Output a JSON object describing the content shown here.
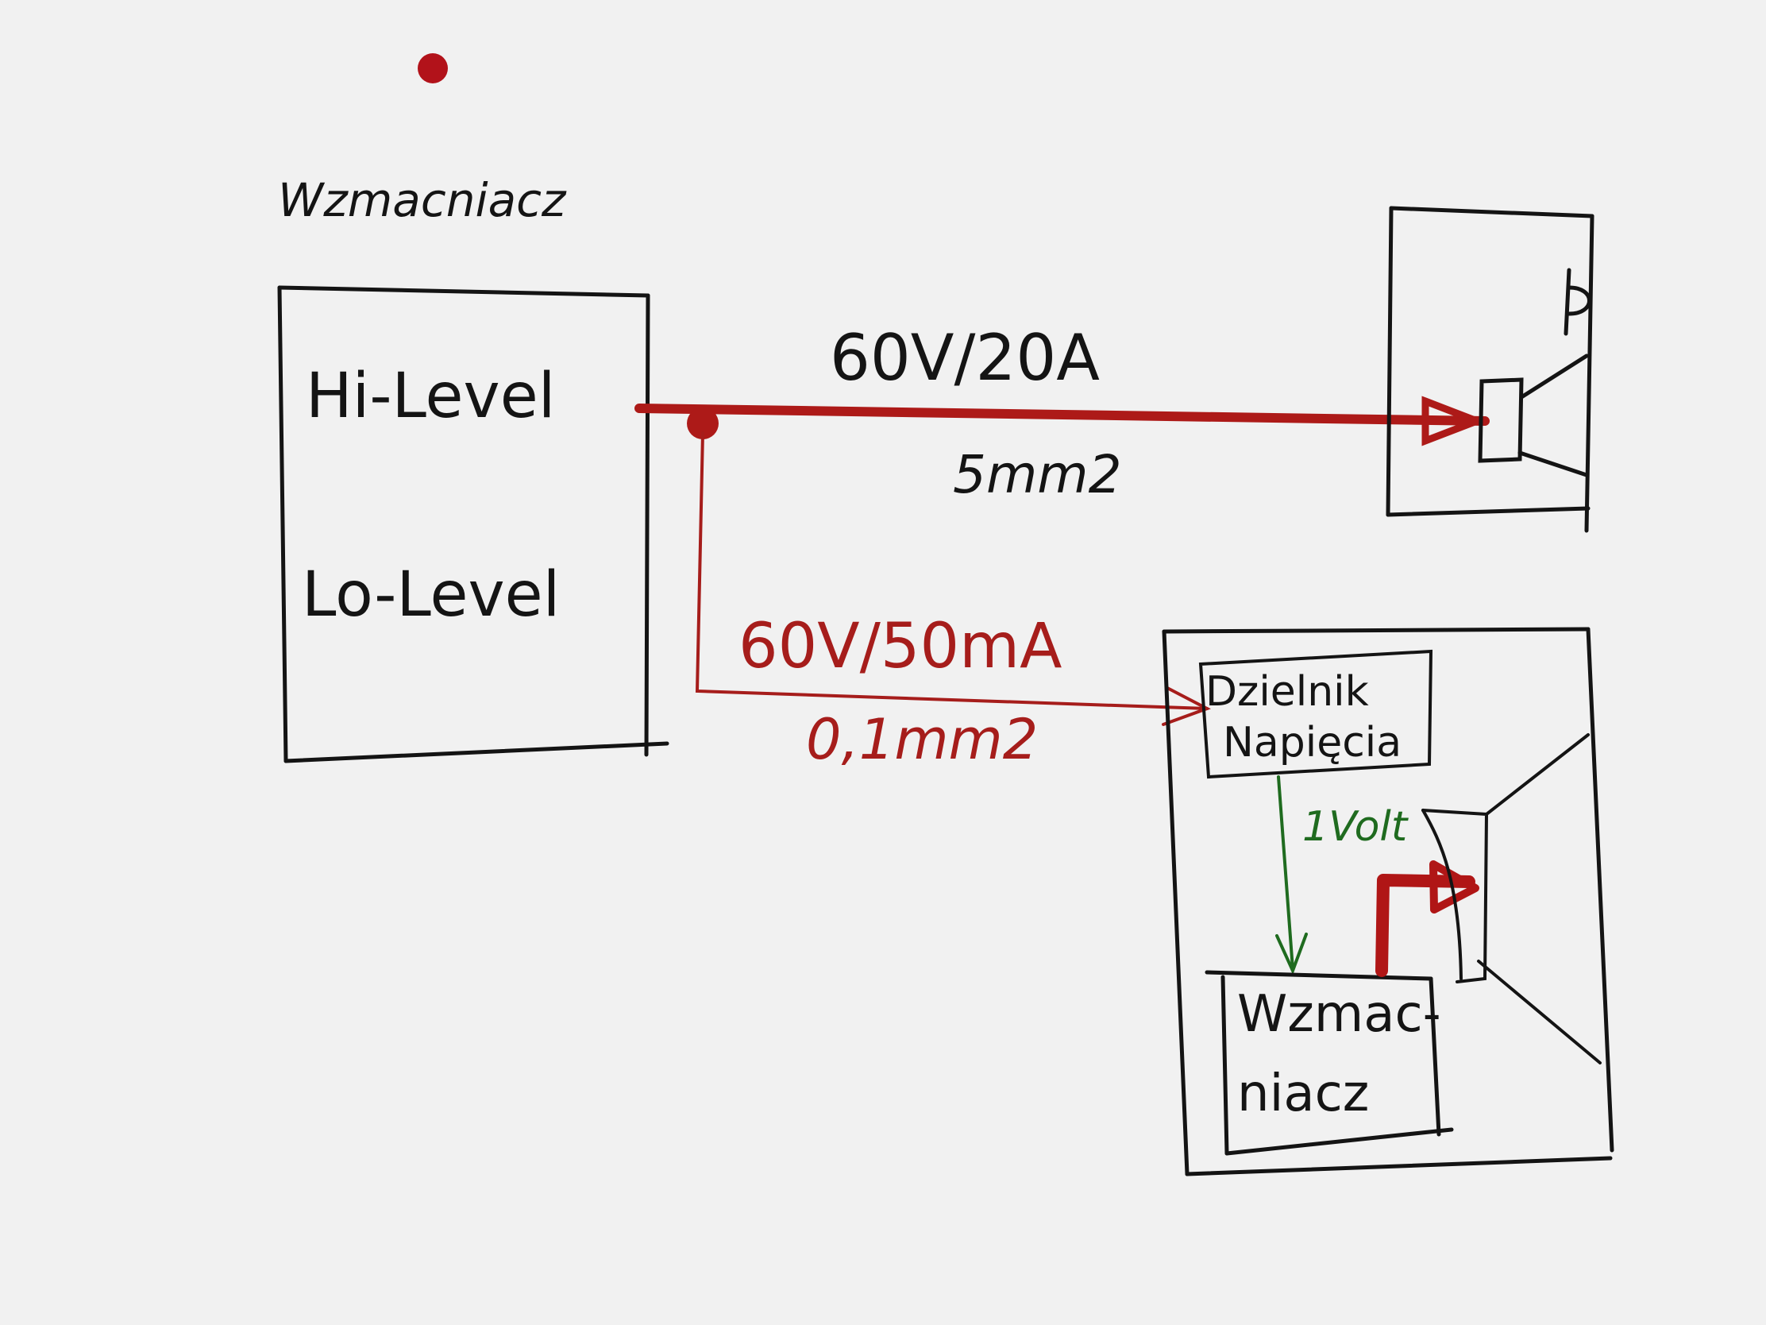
{
  "colors": {
    "black": "#141414",
    "red": "#a61d1b",
    "green": "#1f6b1f",
    "background": "#f1f1f1"
  },
  "amplifier": {
    "title": "Wzmacniacz",
    "hi_level": "Hi-Level",
    "lo_level": "Lo-Level"
  },
  "hi_connection": {
    "voltage_current": "60V/20A",
    "cross_section": "5mm2"
  },
  "lo_connection": {
    "voltage_current": "60V/50mA",
    "cross_section": "0,1mm2"
  },
  "active_speaker": {
    "divider_line1": "Dzielnik",
    "divider_line2": "Napięcia",
    "signal": "1Volt",
    "amp_line1": "Wzmac-",
    "amp_line2": "niacz"
  }
}
